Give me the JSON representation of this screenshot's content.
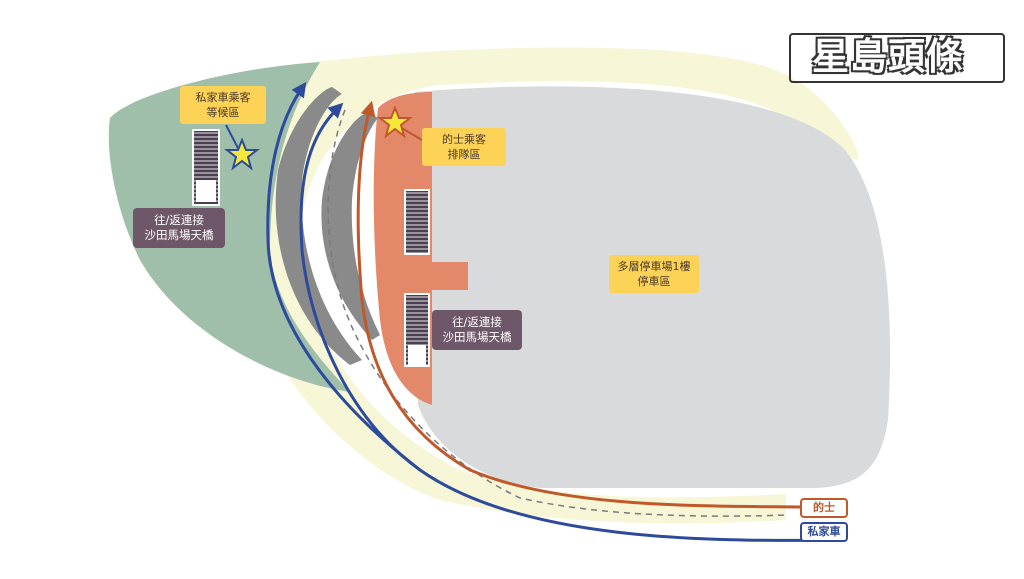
{
  "labels": {
    "private_waiting": [
      "私家車乘客",
      "等候區"
    ],
    "taxi_queue": [
      "的士乘客",
      "排隊區"
    ],
    "bridge_left": [
      "往/返連接",
      "沙田馬場天橋"
    ],
    "bridge_right": [
      "往/返連接",
      "沙田馬場天橋"
    ],
    "carpark": [
      "多層停車場1樓",
      "停車區"
    ]
  },
  "legend": {
    "taxi": "的士",
    "private_car": "私家車"
  },
  "logo": {
    "text": "星島頭條"
  },
  "colors": {
    "yellow_band": "#f7f6d7",
    "green_zone": "#9fbfaa",
    "gray_building": "#d9dadc",
    "taxi_lane": "#e3896a",
    "island_gray": "#8a8a8a",
    "taxi_route": "#c0582a",
    "private_route": "#2e4a9a",
    "label_yellow": "#fcd257",
    "label_purple": "#6e5768",
    "star_yellow": "#f5e83a"
  },
  "icons": {
    "waiting_star": "star-icon",
    "queue_star": "star-icon",
    "escalator": "escalator-icon"
  }
}
